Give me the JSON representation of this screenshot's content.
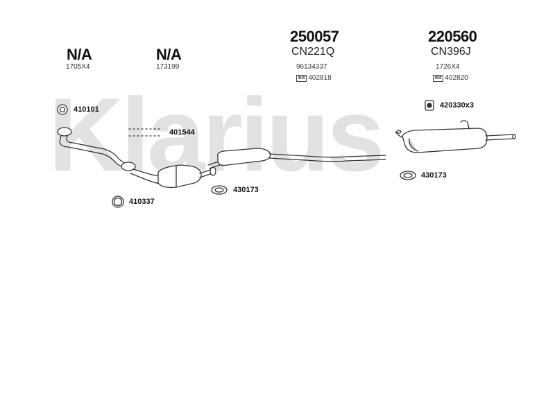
{
  "watermark": {
    "text": "Klarius",
    "color": "#e2e2e2"
  },
  "columns": [
    {
      "id": "col-1",
      "title": "N/A",
      "code": "",
      "ref": "1705X4",
      "kit": ""
    },
    {
      "id": "col-2",
      "title": "N/A",
      "code": "",
      "ref": "173199",
      "kit": ""
    },
    {
      "id": "col-3",
      "title": "250057",
      "code": "CN221Q",
      "ref": "96134337",
      "kit": "402818"
    },
    {
      "id": "col-4",
      "title": "220560",
      "code": "CN396J",
      "ref": "1726X4",
      "kit": "402820"
    }
  ],
  "kit_icon_label": "Kit",
  "parts": [
    {
      "id": "gasket-1",
      "label": "410101"
    },
    {
      "id": "bolt-set",
      "label": "401544"
    },
    {
      "id": "ring-gasket",
      "label": "410337"
    },
    {
      "id": "clamp-mid",
      "label": "430173"
    },
    {
      "id": "rubber-mount",
      "label": "420330x3"
    },
    {
      "id": "clamp-rear",
      "label": "430173"
    }
  ],
  "colors": {
    "line": "#333333",
    "part_fill": "#ffffff",
    "muffler_shade": "#cccccc"
  }
}
